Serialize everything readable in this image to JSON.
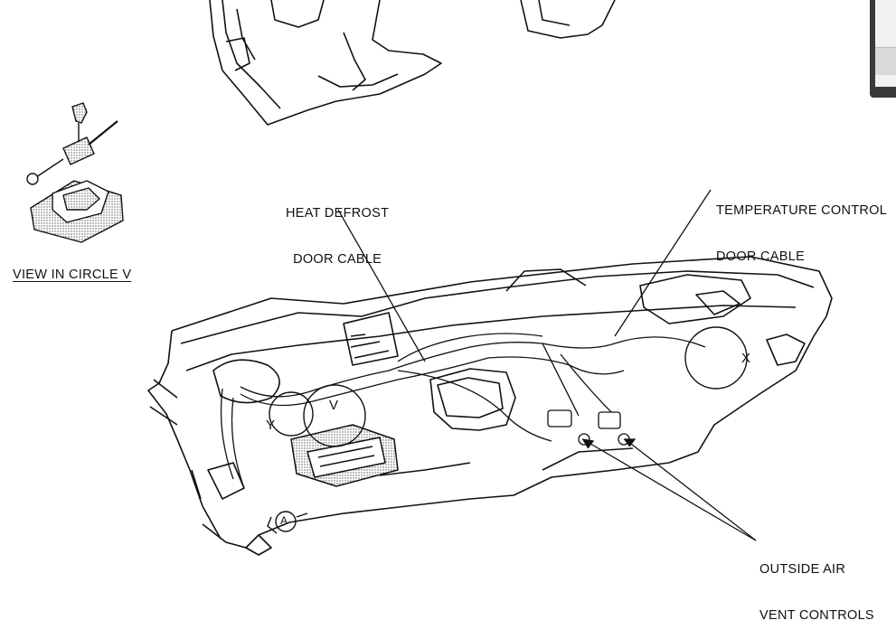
{
  "diagram": {
    "labels": {
      "heat_defrost": [
        "HEAT DEFROST",
        "DOOR CABLE"
      ],
      "temperature_control": [
        "TEMPERATURE CONTROL",
        "DOOR CABLE"
      ],
      "outside_air": [
        "OUTSIDE AIR",
        "VENT CONTROLS"
      ],
      "view_in_circle": "VIEW IN CIRCLE V"
    },
    "circle_markers": {
      "v": "V",
      "x": "X",
      "y": "Y",
      "a": "A"
    }
  }
}
